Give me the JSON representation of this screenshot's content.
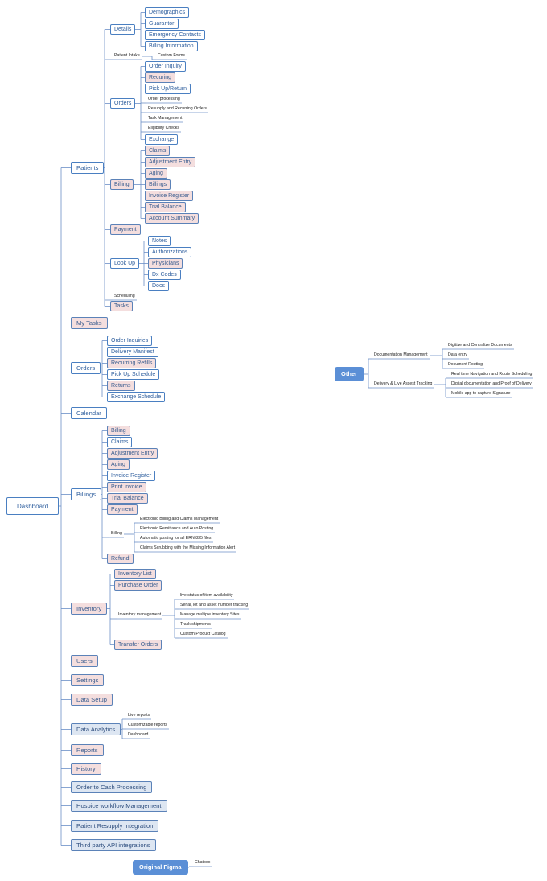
{
  "root": "Dashboard",
  "patients": {
    "label": "Patients",
    "details": {
      "label": "Details",
      "items": [
        "Demographics",
        "Guarantor",
        "Emergency Contacts",
        "Billing Information"
      ]
    },
    "patient_intake": {
      "label": "Patient Intake",
      "child": "Custom Forms"
    },
    "orders": {
      "label": "Orders",
      "items": [
        "Order Inquiry",
        "Recuring",
        "Pick Up/Return",
        "Order processing",
        "Resupply and Recurring Orders",
        "Task Management",
        "Eligibility Checks",
        "Exchange"
      ]
    },
    "billing": {
      "label": "Billing",
      "items": [
        "Claims",
        "Adjustment Entry",
        "Aging",
        "Billings",
        "Invoice Register",
        "Trial Balance",
        "Account Summary"
      ]
    },
    "payment": "Payment",
    "lookup": {
      "label": "Look Up",
      "items": [
        "Notes",
        "Authorizations",
        "Physicians",
        "Dx Codes",
        "Docs"
      ]
    },
    "scheduling": "Scheduling",
    "tasks": "Tasks"
  },
  "my_tasks": "My Tasks",
  "orders": {
    "label": "Orders",
    "items": [
      "Order Inquiries",
      "Delivery Manifest",
      "Recurring Refills",
      "Pick Up Schedule",
      "Returns",
      "Exchange Schedule"
    ]
  },
  "calendar": "Calendar",
  "billings": {
    "label": "Billings",
    "items": [
      "Billing",
      "Claims",
      "Adjustment Entry",
      "Aging",
      "Invoice Register",
      "Print Invoice",
      "Trial Balance",
      "Payment"
    ],
    "billing_group": {
      "label": "Billing",
      "items": [
        "Electronic Billing and Claims Management",
        "Electronic Remittance and Auto Posting",
        "Automatic posting for all ERN 835 files",
        "Claims Scrubbing with the Missing Information Alert"
      ]
    },
    "refund": "Refund"
  },
  "inventory": {
    "label": "Inventory",
    "items": [
      "Inventory List",
      "Purchase Order"
    ],
    "management": {
      "label": "Inventory management",
      "items": [
        "live status of item availability",
        "Serial, lot and asset number tracking",
        "Manage multiple inventory Sites",
        "Track shipments",
        "Custom Product Catalog"
      ]
    },
    "transfer": "Transfer Orders"
  },
  "users": "Users",
  "settings": "Settings",
  "data_setup": "Data Setup",
  "data_analytics": {
    "label": "Data Analytics",
    "items": [
      "Live reports",
      "Customizable reports",
      "Dashboard"
    ]
  },
  "reports": "Reports",
  "history": "History",
  "order_to_cash": "Order to Cash Processing",
  "hospice": "Hospice workflow Management",
  "resupply_integration": "Patient Resupply Integration",
  "third_party": "Third party API integrations",
  "other": {
    "label": "Other",
    "doc_mgmt": {
      "label": "Documentation Management",
      "items": [
        "Digitize and Centralize Documents",
        "Data entry",
        "Document Routing"
      ]
    },
    "delivery": {
      "label": "Delivery & Live Assest Tracking",
      "items": [
        "Real time Navigation and Route Scheduling",
        "Digital documentation and Proof of Delivery",
        "Mobile app to capture Signature"
      ]
    }
  },
  "original_figma": {
    "label": "Original Figma",
    "child": "Chatbox"
  },
  "colors": {
    "line": "#6b8fc7",
    "pink_fill": "#f4dede",
    "blue_fill": "#dde6f2",
    "pill": "#5b8fd6"
  }
}
